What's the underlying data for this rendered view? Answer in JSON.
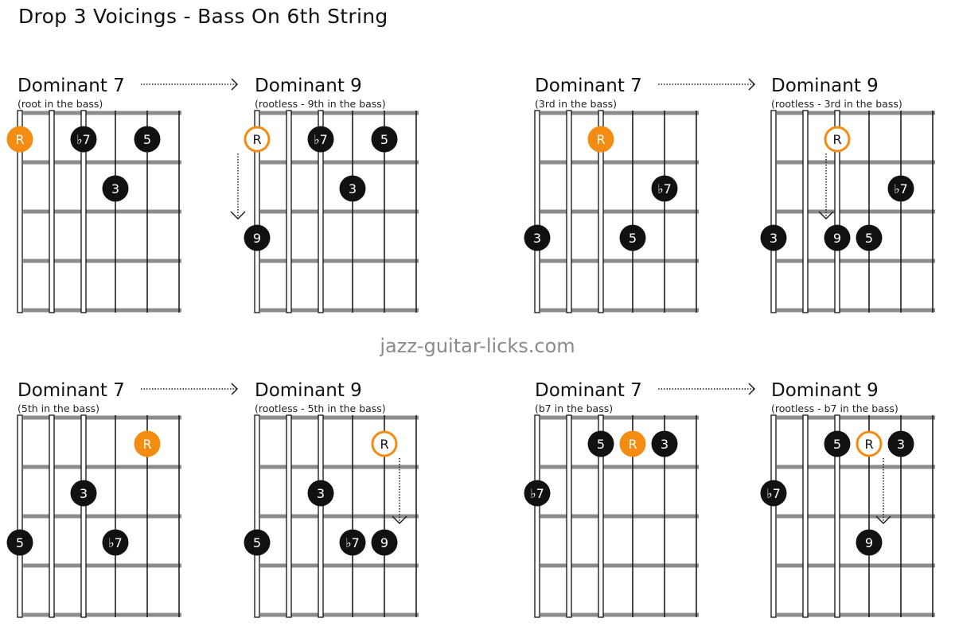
{
  "title": "Drop 3 Voicings - Bass On 6th String",
  "watermark": "jazz-guitar-licks.com",
  "colors": {
    "root": "#f28c12",
    "note": "#111111",
    "fret": "#8c8c8c",
    "watermark": "#8a8a8a"
  },
  "diagrams": [
    {
      "title": "Dominant 7",
      "subtitle": "(root in the bass)",
      "notes": [
        {
          "string": 6,
          "fret": 1,
          "label": "R",
          "style": "root"
        },
        {
          "string": 4,
          "fret": 1,
          "label": "♭7",
          "style": "note"
        },
        {
          "string": 2,
          "fret": 1,
          "label": "5",
          "style": "note"
        },
        {
          "string": 3,
          "fret": 2,
          "label": "3",
          "style": "note"
        }
      ]
    },
    {
      "title": "Dominant 9",
      "subtitle": "(rootless - 9th in the bass)",
      "notes": [
        {
          "string": 6,
          "fret": 1,
          "label": "R",
          "style": "root-outline"
        },
        {
          "string": 4,
          "fret": 1,
          "label": "♭7",
          "style": "note"
        },
        {
          "string": 2,
          "fret": 1,
          "label": "5",
          "style": "note"
        },
        {
          "string": 3,
          "fret": 2,
          "label": "3",
          "style": "note"
        },
        {
          "string": 6,
          "fret": 3,
          "label": "9",
          "style": "note"
        }
      ],
      "arrow": {
        "string": 6,
        "from_fret": 1,
        "to_fret": 3
      }
    },
    {
      "title": "Dominant 7",
      "subtitle": "(3rd in the bass)",
      "notes": [
        {
          "string": 4,
          "fret": 1,
          "label": "R",
          "style": "root"
        },
        {
          "string": 2,
          "fret": 2,
          "label": "♭7",
          "style": "note"
        },
        {
          "string": 6,
          "fret": 3,
          "label": "3",
          "style": "note"
        },
        {
          "string": 3,
          "fret": 3,
          "label": "5",
          "style": "note"
        }
      ]
    },
    {
      "title": "Dominant 9",
      "subtitle": "(rootless - 3rd in the bass)",
      "notes": [
        {
          "string": 4,
          "fret": 1,
          "label": "R",
          "style": "root-outline"
        },
        {
          "string": 2,
          "fret": 2,
          "label": "♭7",
          "style": "note"
        },
        {
          "string": 6,
          "fret": 3,
          "label": "3",
          "style": "note"
        },
        {
          "string": 4,
          "fret": 3,
          "label": "9",
          "style": "note"
        },
        {
          "string": 3,
          "fret": 3,
          "label": "5",
          "style": "note"
        }
      ],
      "arrow": {
        "string": 4,
        "from_fret": 1,
        "to_fret": 3
      }
    },
    {
      "title": "Dominant 7",
      "subtitle": "(5th in the bass)",
      "notes": [
        {
          "string": 2,
          "fret": 1,
          "label": "R",
          "style": "root"
        },
        {
          "string": 4,
          "fret": 2,
          "label": "3",
          "style": "note"
        },
        {
          "string": 6,
          "fret": 3,
          "label": "5",
          "style": "note"
        },
        {
          "string": 3,
          "fret": 3,
          "label": "♭7",
          "style": "note"
        }
      ]
    },
    {
      "title": "Dominant 9",
      "subtitle": "(rootless - 5th in the bass)",
      "notes": [
        {
          "string": 2,
          "fret": 1,
          "label": "R",
          "style": "root-outline"
        },
        {
          "string": 4,
          "fret": 2,
          "label": "3",
          "style": "note"
        },
        {
          "string": 6,
          "fret": 3,
          "label": "5",
          "style": "note"
        },
        {
          "string": 3,
          "fret": 3,
          "label": "♭7",
          "style": "note"
        },
        {
          "string": 2,
          "fret": 3,
          "label": "9",
          "style": "note"
        }
      ],
      "arrow": {
        "string": 2,
        "from_fret": 1,
        "to_fret": 3
      }
    },
    {
      "title": "Dominant 7",
      "subtitle": "(b7 in the bass)",
      "notes": [
        {
          "string": 4,
          "fret": 1,
          "label": "5",
          "style": "note"
        },
        {
          "string": 3,
          "fret": 1,
          "label": "R",
          "style": "root"
        },
        {
          "string": 2,
          "fret": 1,
          "label": "3",
          "style": "note"
        },
        {
          "string": 6,
          "fret": 2,
          "label": "♭7",
          "style": "note"
        }
      ]
    },
    {
      "title": "Dominant 9",
      "subtitle": "(rootless - b7 in the bass)",
      "notes": [
        {
          "string": 4,
          "fret": 1,
          "label": "5",
          "style": "note"
        },
        {
          "string": 3,
          "fret": 1,
          "label": "R",
          "style": "root-outline"
        },
        {
          "string": 2,
          "fret": 1,
          "label": "3",
          "style": "note"
        },
        {
          "string": 6,
          "fret": 2,
          "label": "♭7",
          "style": "note"
        },
        {
          "string": 3,
          "fret": 3,
          "label": "9",
          "style": "note"
        }
      ],
      "arrow": {
        "string": 3,
        "from_fret": 1,
        "to_fret": 3
      }
    }
  ]
}
